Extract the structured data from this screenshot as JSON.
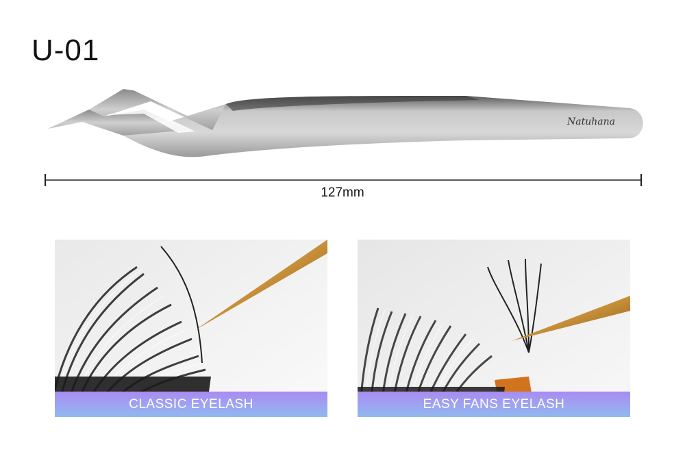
{
  "product": {
    "model": "U-01",
    "brand": "Natuhana",
    "length_label": "127mm"
  },
  "cards": [
    {
      "caption": "CLASSIC EYELASH",
      "image": "classic-eyelash-photo"
    },
    {
      "caption": "EASY FANS EYELASH",
      "image": "easy-fans-eyelash-photo"
    }
  ],
  "colors": {
    "caption_gradient_top": "#a88cf0",
    "caption_gradient_bottom": "#8fb8ee",
    "tweezer_metal": "#b9b9b9",
    "gold_tip": "#d4a04a"
  }
}
